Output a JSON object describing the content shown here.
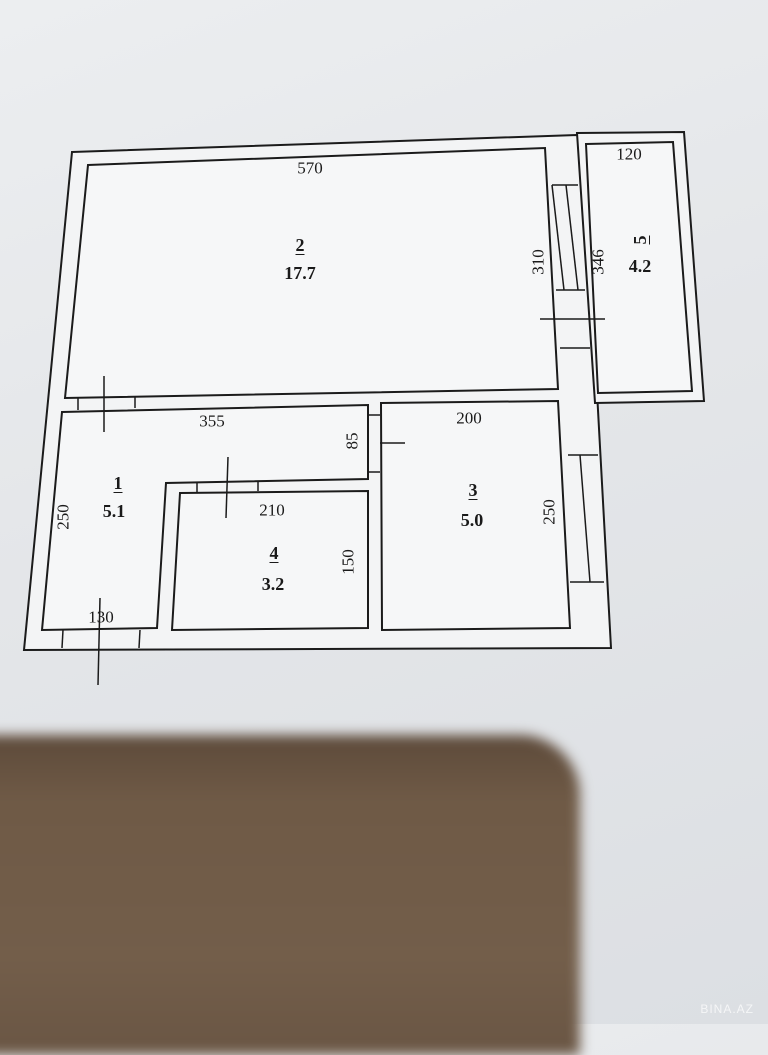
{
  "rooms": [
    {
      "number": "1",
      "area": "5.1"
    },
    {
      "number": "2",
      "area": "17.7"
    },
    {
      "number": "3",
      "area": "5.0"
    },
    {
      "number": "4",
      "area": "3.2"
    },
    {
      "number": "5",
      "area": "4.2"
    }
  ],
  "dimensions": {
    "room2_width": "570",
    "room2_height": "310",
    "balcony_width": "120",
    "balcony_height": "346",
    "room1_width": "355",
    "room1_height": "250",
    "corridor_width": "85",
    "entry_width": "130",
    "room4_width": "210",
    "room4_height": "150",
    "room3_width": "200",
    "room3_height": "250"
  },
  "watermark": "BINA.AZ"
}
